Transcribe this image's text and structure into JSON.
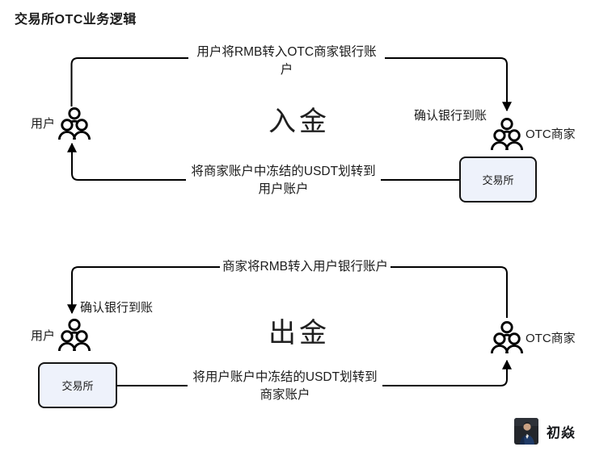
{
  "page": {
    "title": "交易所OTC业务逻辑"
  },
  "sections": {
    "deposit": {
      "title": "入金",
      "user_label": "用户",
      "merchant_label": "OTC商家",
      "confirm_label": "确认银行到账",
      "exchange_label": "交易所",
      "arrow_top_label": "用户将RMB转入OTC商家银行账户",
      "arrow_bottom_label": "将商家账户中冻结的USDT划转到用户账户"
    },
    "withdraw": {
      "title": "出金",
      "user_label": "用户",
      "merchant_label": "OTC商家",
      "confirm_label": "确认银行到账",
      "exchange_label": "交易所",
      "arrow_top_label": "商家将RMB转入用户银行账户",
      "arrow_bottom_label": "将用户账户中冻结的USDT划转到商家账户"
    }
  },
  "watermark": {
    "author": "初焱"
  },
  "icons": {
    "actor": "people-group-icon",
    "avatar": "author-avatar-icon"
  },
  "colors": {
    "background": "#ffffff",
    "line": "#000000",
    "text": "#1c1c1c",
    "box_fill": "#eef2fb",
    "box_border": "#141414"
  }
}
